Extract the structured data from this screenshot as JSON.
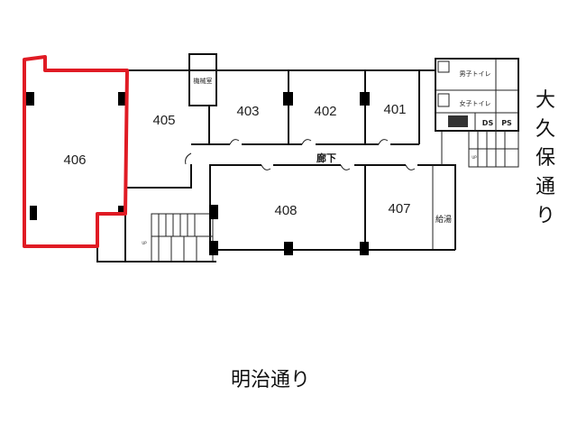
{
  "rooms": {
    "r406": "406",
    "r405": "405",
    "r403": "403",
    "r402": "402",
    "r401": "401",
    "r408": "408",
    "r407": "407"
  },
  "facilities": {
    "machine_room": "機械室",
    "corridor": "廊下",
    "kitchenette": "給湯",
    "mens_toilet": "男子トイレ",
    "womens_toilet": "女子トイレ",
    "ds": "DS",
    "ps": "PS",
    "up_left": "UP",
    "up_right": "UP"
  },
  "streets": {
    "east": [
      "大",
      "久",
      "保",
      "通",
      "り"
    ],
    "south": "明治通り"
  },
  "highlight": {
    "room": "406",
    "color": "#e01b24"
  }
}
